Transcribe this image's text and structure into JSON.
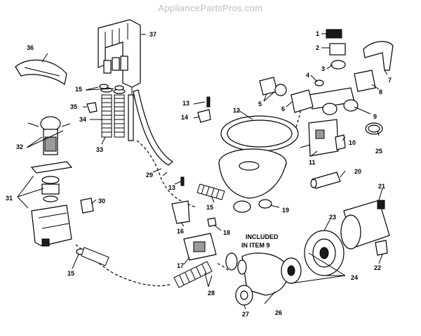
{
  "watermark": "AppliancePartsPros.com",
  "note": {
    "line1": "INCLUDED",
    "line2": "IN ITEM 9"
  },
  "callouts": {
    "c1": "1",
    "c2": "2",
    "c3": "3",
    "c4": "4",
    "c5": "5",
    "c6": "6",
    "c7": "7",
    "c8": "8",
    "c9": "9",
    "c10": "10",
    "c11": "11",
    "c12": "12",
    "c13a": "13",
    "c13b": "13",
    "c14": "14",
    "c15a": "15",
    "c15b": "15",
    "c15c": "15",
    "c16": "16",
    "c17": "17",
    "c18": "18",
    "c19": "19",
    "c20": "20",
    "c21": "21",
    "c22": "22",
    "c23": "23",
    "c24": "24",
    "c25": "25",
    "c26": "26",
    "c27": "27",
    "c28": "28",
    "c29": "29",
    "c30": "30",
    "c31": "31",
    "c32": "32",
    "c33": "33",
    "c34": "34",
    "c35": "35",
    "c36": "36",
    "c37": "37"
  }
}
